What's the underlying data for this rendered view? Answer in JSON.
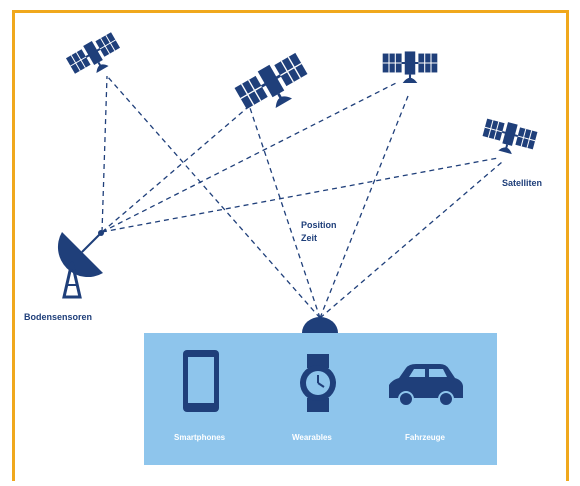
{
  "labels": {
    "satellites": "Satelliten",
    "ground_sensors": "Bodensensoren",
    "position": "Position",
    "time": "Zeit"
  },
  "devices": {
    "smartphones": "Smartphones",
    "wearables": "Wearables",
    "vehicles": "Fahrzeuge"
  },
  "colors": {
    "frame": "#f0a81c",
    "icon": "#1f3f7a",
    "panel": "#8ec5ec"
  },
  "icons": [
    "satellite-icon",
    "satellite-dish-icon",
    "receiver-dome-icon",
    "smartphone-icon",
    "watch-icon",
    "car-icon"
  ]
}
